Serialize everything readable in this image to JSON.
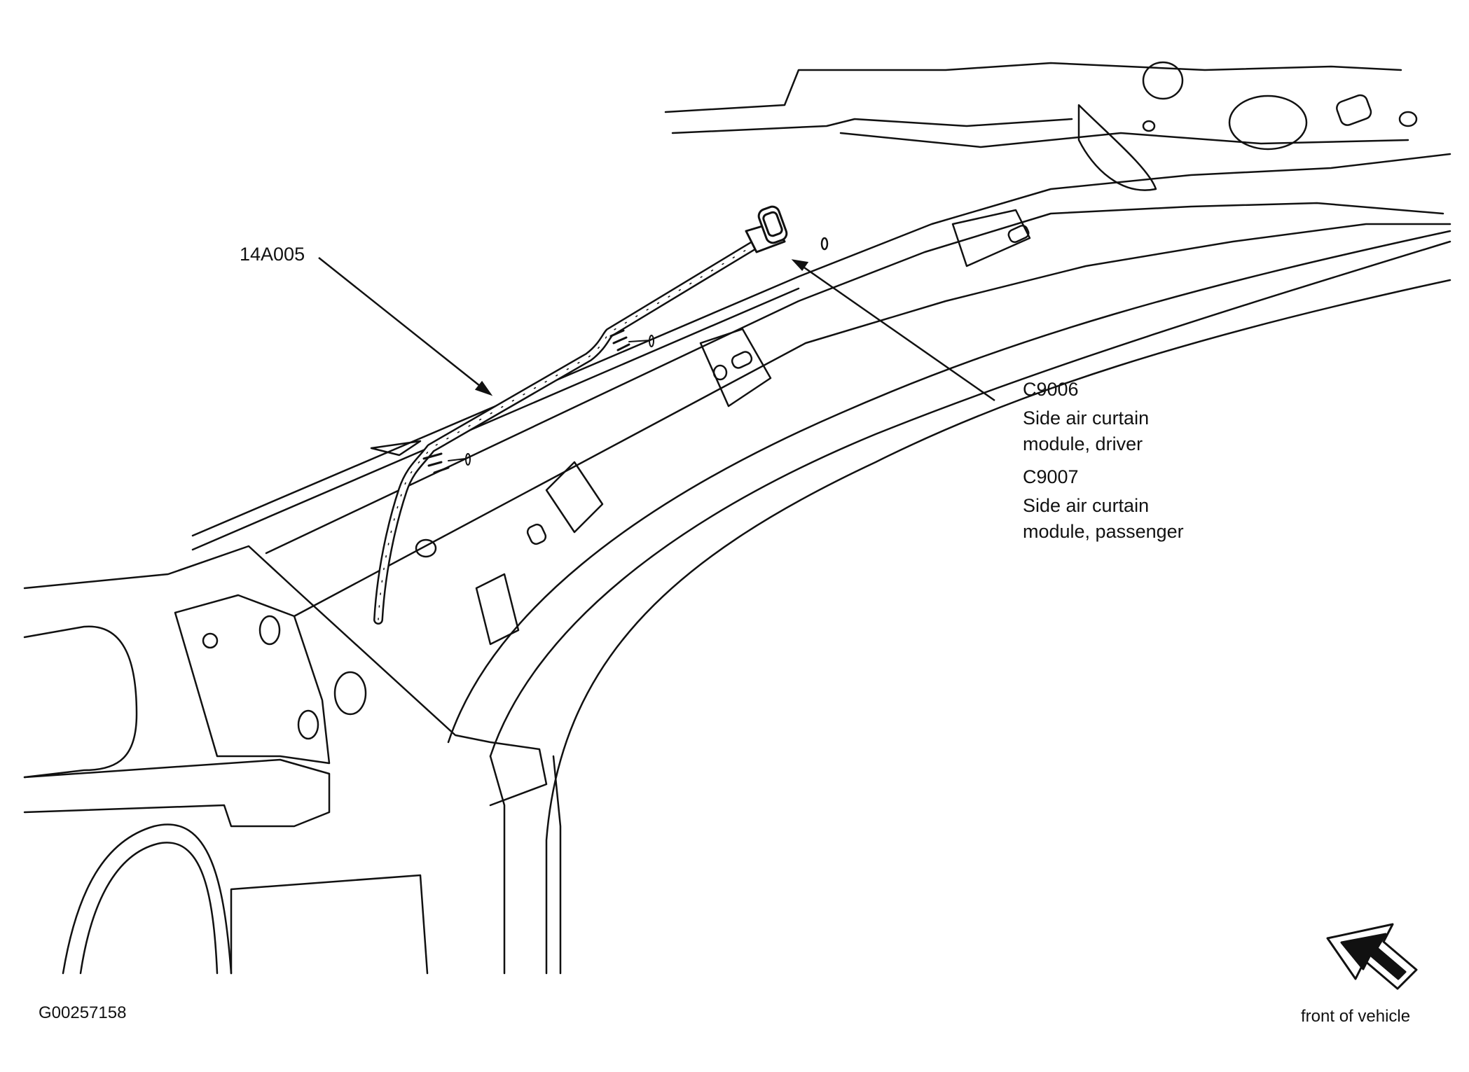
{
  "callouts": {
    "harness": {
      "part_number": "14A005"
    },
    "connector": {
      "driver_code": "C9006",
      "driver_desc_line1": "Side air curtain",
      "driver_desc_line2": "module, driver",
      "passenger_code": "C9007",
      "passenger_desc_line1": "Side air curtain",
      "passenger_desc_line2": "module, passenger"
    }
  },
  "figure_id": "G00257158",
  "orientation": {
    "label": "front of vehicle",
    "icon": "front-direction-arrow-icon"
  }
}
